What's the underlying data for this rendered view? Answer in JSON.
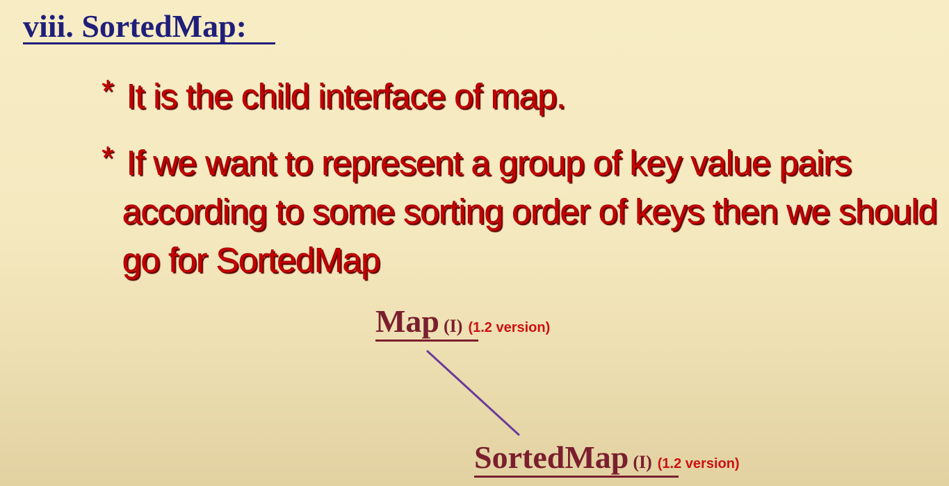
{
  "slide": {
    "title": "viii. SortedMap:",
    "bullet_marker": "*",
    "bullet1": "It is the child interface of map.",
    "bullet2_line1": "If we want to represent a group of key value pairs",
    "bullet2_line2": "according to some sorting order of keys then we should",
    "bullet2_line3": "go for SortedMap"
  },
  "diagram": {
    "parent": {
      "name": "Map",
      "kind": "(I)",
      "version": "(1.2 version)"
    },
    "child": {
      "name": "SortedMap",
      "kind": "(I)",
      "version": "(1.2 version)"
    },
    "connector_color": "#6a3a9a"
  },
  "colors": {
    "title": "#1f1f7a",
    "bullet_text": "#c40000",
    "node_name": "#7a1f2e",
    "version_text": "#cc1010"
  }
}
